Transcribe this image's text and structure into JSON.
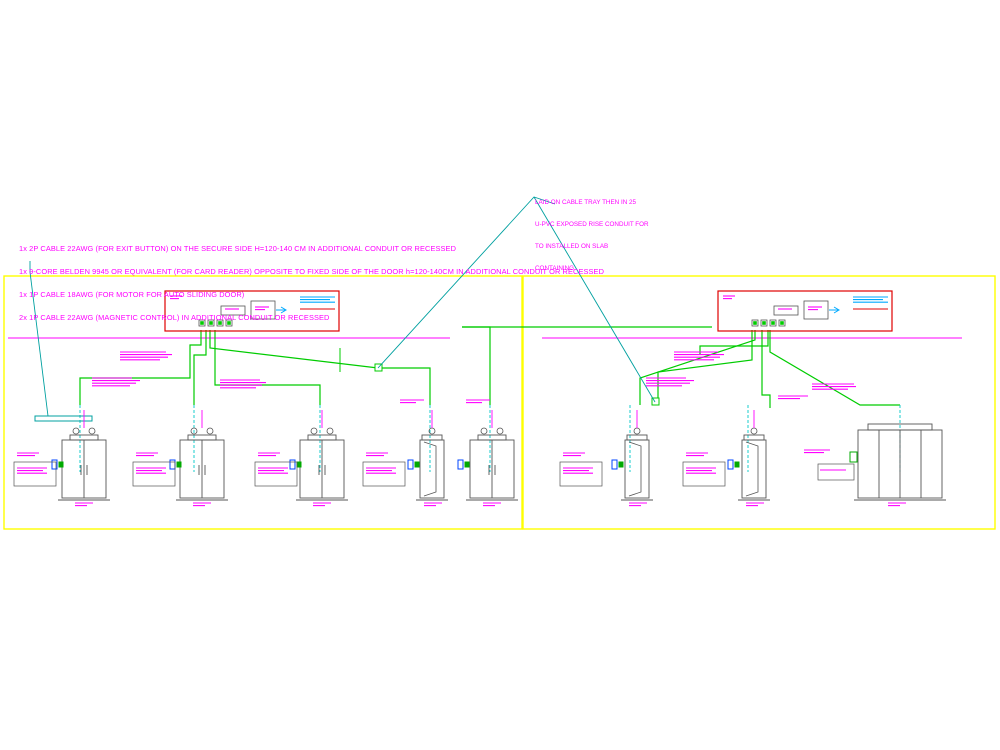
{
  "cable_notes": [
    "1x 2P CABLE 22AWG (FOR EXIT BUTTON) ON THE SECURE SIDE H=120-140 CM IN ADDITIONAL CONDUIT OR RECESSED",
    "1x 9-CORE BELDEN 9945 OR EQUIVALENT (FOR CARD READER) OPPOSITE TO FIXED SIDE OF THE DOOR h=120-140CM IN ADDITIONAL CONDUIT OR RECESSED",
    "1x 1P CABLE 18AWG (FOR MOTOR FOR AUTO SLIDING DOOR)",
    "2x 1P CABLE 22AWG (MAGNETIC CONTROL) IN ADDITIONAL CONDUIT OR RECESSED"
  ],
  "tray_note": [
    "LAID ON CABLE TRAY THEN IN 25",
    "U-PVC EXPOSED RISE CONDUIT FOR",
    "TO INSTALLED ON SLAB",
    "CONTAINING"
  ],
  "colors": {
    "panel_border": "#ffff00",
    "controller_box": "#e00000",
    "cable_main": "#00cc00",
    "cable_riser": "#00c8c8",
    "annotation": "#ff00ff",
    "door_outline": "#555555",
    "reader_device": "#0044ff",
    "exit_button": "#00aa00",
    "leader_line": "#00a0a0",
    "feed_arrow": "#00aaff"
  }
}
